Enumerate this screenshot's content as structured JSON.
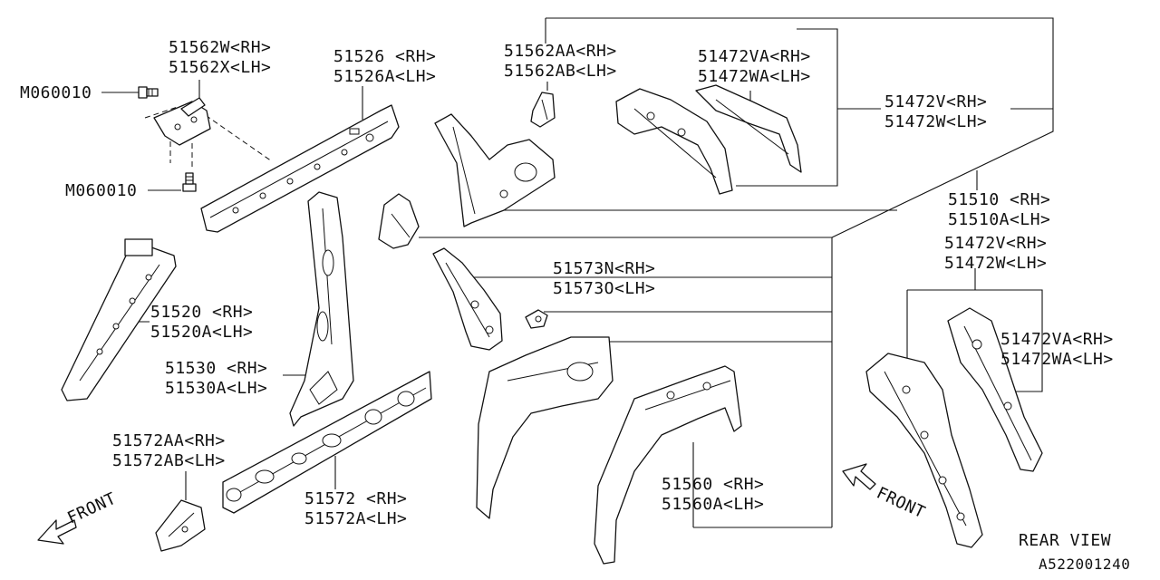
{
  "labels": {
    "p51562w": [
      "51562W<RH>",
      "51562X<LH>"
    ],
    "pM060010_top": "M060010",
    "pM060010_bottom": "M060010",
    "p51526": [
      "51526 <RH>",
      "51526A<LH>"
    ],
    "p51562aa": [
      "51562AA<RH>",
      "51562AB<LH>"
    ],
    "p51472va_top": [
      "51472VA<RH>",
      "51472WA<LH>"
    ],
    "p51472v_top": [
      "51472V<RH>",
      "51472W<LH>"
    ],
    "p51510": [
      "51510 <RH>",
      "51510A<LH>"
    ],
    "p51472v_right": [
      "51472V<RH>",
      "51472W<LH>"
    ],
    "p51520": [
      "51520 <RH>",
      "51520A<LH>"
    ],
    "p51573n": [
      "51573N<RH>",
      "51573O<LH>"
    ],
    "p51530": [
      "51530 <RH>",
      "51530A<LH>"
    ],
    "p51472va_right": [
      "51472VA<RH>",
      "51472WA<LH>"
    ],
    "p51572aa": [
      "51572AA<RH>",
      "51572AB<LH>"
    ],
    "p51572": [
      "51572 <RH>",
      "51572A<LH>"
    ],
    "p51560": [
      "51560 <RH>",
      "51560A<LH>"
    ],
    "front_left": "FRONT",
    "front_right": "FRONT",
    "rear_view": "REAR VIEW",
    "diagram_id": "A522001240"
  }
}
